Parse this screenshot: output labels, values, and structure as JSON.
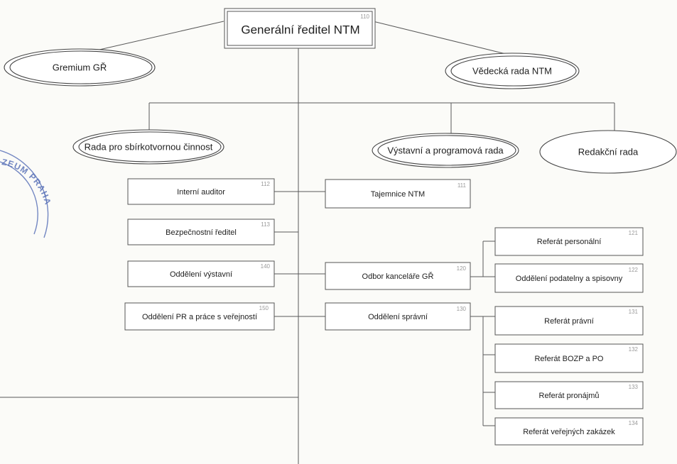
{
  "director": {
    "label": "Generální ředitel NTM",
    "number": "110"
  },
  "gremium": {
    "label": "Gremium GŘ"
  },
  "vedecka_rada": {
    "label": "Vědecká rada NTM"
  },
  "rada_sbirkotvorna": {
    "label": "Rada pro sbírkotvornou činnost"
  },
  "rada_vystavni": {
    "label": "Výstavní a programová rada"
  },
  "rada_redakcni": {
    "label": "Redakční rada"
  },
  "left_units": [
    {
      "label": "Interní auditor",
      "number": "112"
    },
    {
      "label": "Bezpečnostní ředitel",
      "number": "113"
    },
    {
      "label": "Oddělení výstavní",
      "number": "140"
    },
    {
      "label": "Oddělení PR a práce s veřejností",
      "number": "150"
    }
  ],
  "middle_units": [
    {
      "label": "Tajemnice NTM",
      "number": "111"
    },
    {
      "label": "Odbor kanceláře GŘ",
      "number": "120"
    },
    {
      "label": "Oddělení správní",
      "number": "130"
    }
  ],
  "kancelar_units": [
    {
      "label": "Referát personální",
      "number": "121"
    },
    {
      "label": "Oddělení podatelny a spisovny",
      "number": "122"
    }
  ],
  "spravni_units": [
    {
      "label": "Referát právní",
      "number": "131"
    },
    {
      "label": "Referát BOZP a PO",
      "number": "132"
    },
    {
      "label": "Referát pronájmů",
      "number": "133"
    },
    {
      "label": "Referát veřejných zakázek",
      "number": "134"
    }
  ],
  "stamp": {
    "text": "ZEUM PRAHA"
  }
}
